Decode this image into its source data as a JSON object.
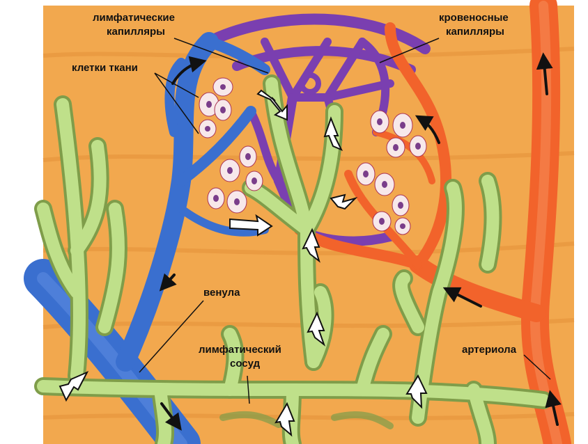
{
  "labels": {
    "lymph_capillaries_1": "лимфатические",
    "lymph_capillaries_2": "капилляры",
    "blood_capillaries_1": "кровеносные",
    "blood_capillaries_2": "капилляры",
    "tissue_cells": "клетки ткани",
    "venule": "венула",
    "lymph_vessel_1": "лимфатический",
    "lymph_vessel_2": "сосуд",
    "arteriole": "артериола"
  },
  "colors": {
    "tissue": "#f2a84e",
    "tissue_streak": "#e48f38",
    "vein": "#3a6fcf",
    "vein_dark": "#234a9a",
    "artery": "#f2632b",
    "artery_dark": "#c8401a",
    "capillary_purple": "#7a3fb0",
    "lymph": "#bfe08a",
    "lymph_edge": "#7f9d4a",
    "cell": "#f7e8ea",
    "nucleus": "#7a3d8a"
  }
}
